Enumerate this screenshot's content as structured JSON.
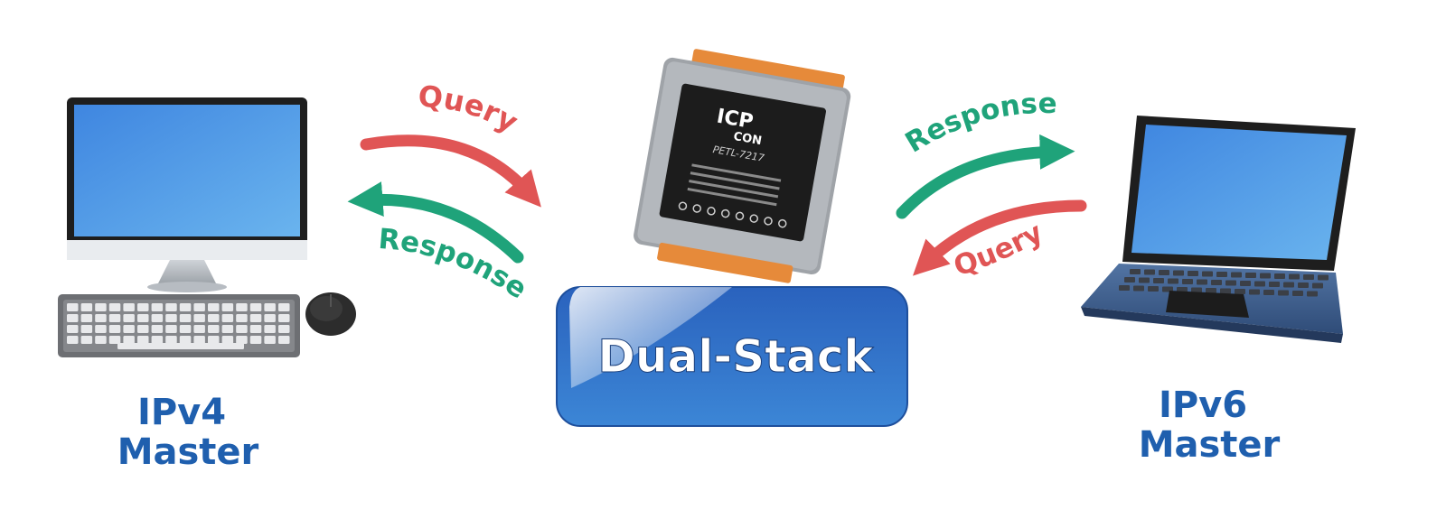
{
  "left_master": {
    "line1": "IPv4",
    "line2": "Master"
  },
  "right_master": {
    "line1": "IPv6",
    "line2": "Master"
  },
  "center_box": {
    "label": "Dual-Stack"
  },
  "device": {
    "brand_line1": "ICP",
    "brand_line2": "CON",
    "model": "PETL-7217"
  },
  "left_arrows": {
    "top_label": "Query",
    "bottom_label": "Response"
  },
  "right_arrows": {
    "top_label": "Response",
    "bottom_label": "Query"
  },
  "colors": {
    "query": "#e05555",
    "response": "#1fa37a",
    "label": "#1f5fae",
    "box": "#2f6fc4"
  }
}
